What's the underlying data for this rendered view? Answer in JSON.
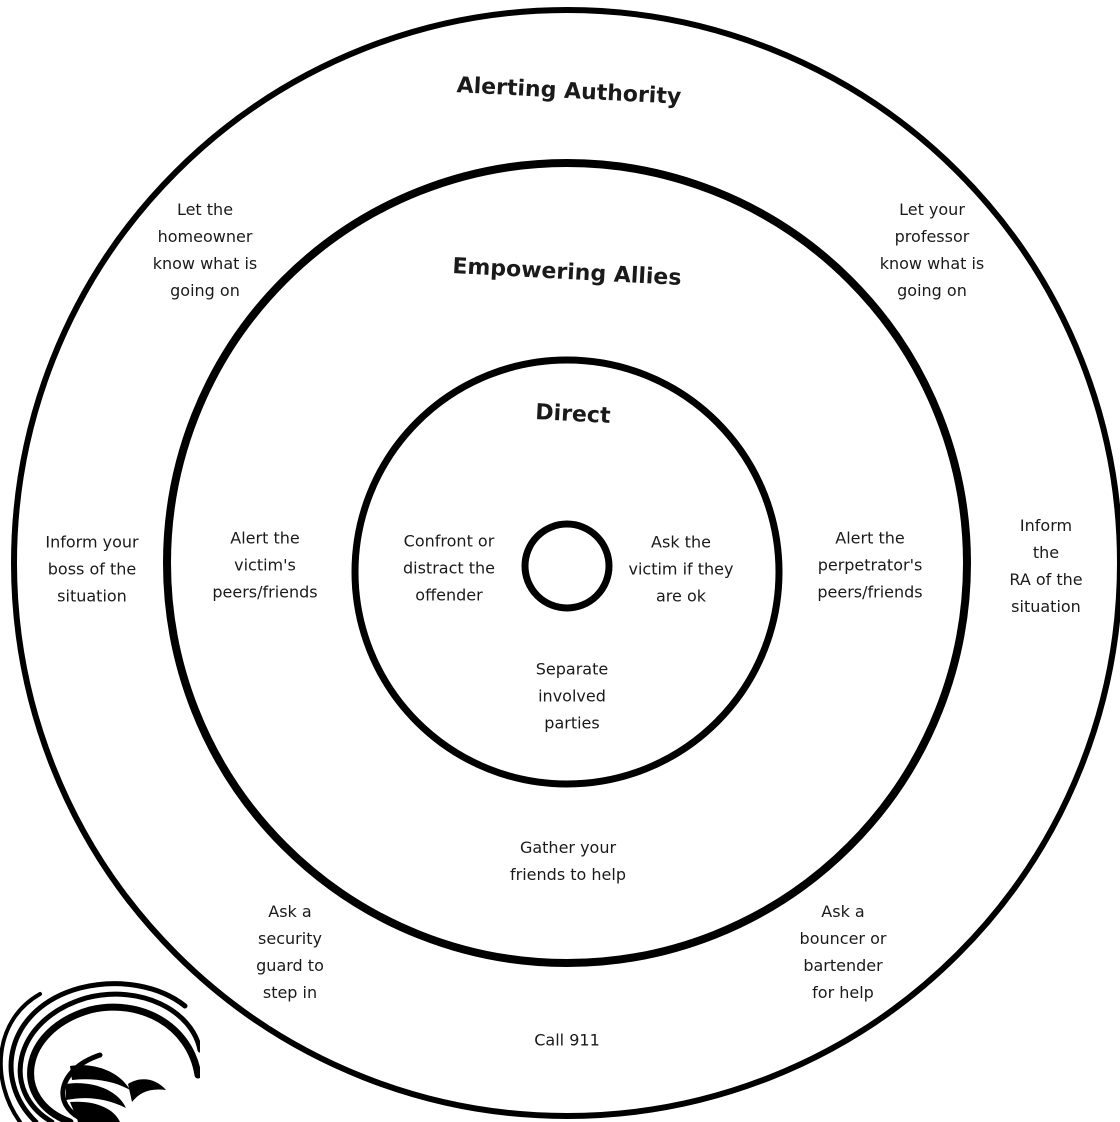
{
  "rings": {
    "outer": {
      "title": "Alerting Authority"
    },
    "middle": {
      "title": "Empowering Allies"
    },
    "inner": {
      "title": "Direct"
    }
  },
  "direct_actions": {
    "confront": "Confront or\ndistract the\noffender",
    "ask_victim": "Ask the\nvictim if they\nare ok",
    "separate": "Separate\ninvolved\nparties"
  },
  "ally_actions": {
    "victim_peers": "Alert the\nvictim's\npeers/friends",
    "perpetrator_peers": "Alert the\nperpetrator's\npeers/friends",
    "gather_friends": "Gather your\nfriends to help"
  },
  "authority_actions": {
    "homeowner": "Let the\nhomeowner\nknow what is\ngoing on",
    "professor": "Let your\nprofessor\nknow what is\ngoing on",
    "boss": "Inform your\nboss of the\nsituation",
    "ra": "Inform the\nRA of the\nsituation",
    "security_guard": "Ask a\nsecurity\nguard to\nstep in",
    "bouncer": "Ask a\nbouncer or\nbartender\nfor help",
    "call_911": "Call 911"
  },
  "logo": {
    "icon": "phoenix-logo-icon"
  }
}
